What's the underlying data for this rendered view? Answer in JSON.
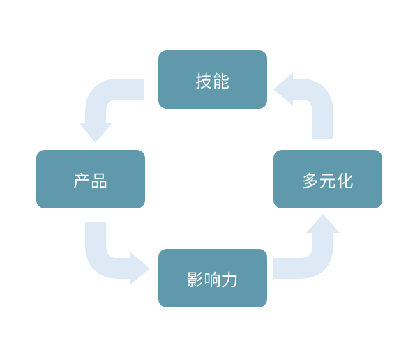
{
  "diagram": {
    "nodes": {
      "skill": "技能",
      "product": "产品",
      "influence": "影响力",
      "diversification": "多元化"
    },
    "colors": {
      "node_fill": "#5f99ab",
      "node_text": "#ffffff",
      "arrow": "#dde9f4",
      "background": "#ffffff"
    }
  }
}
